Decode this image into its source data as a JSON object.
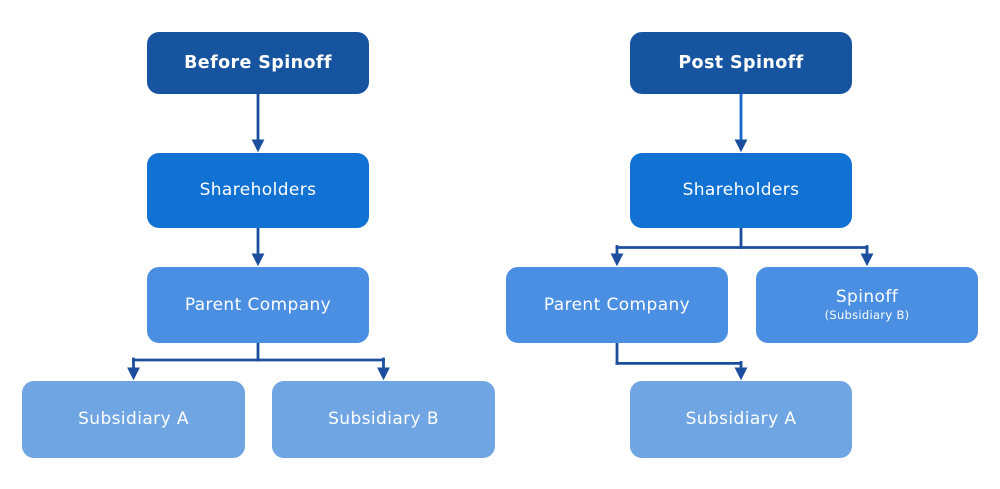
{
  "diagram": {
    "colors": {
      "page_bg": "#ffffff",
      "title_box": "#17549f",
      "shareholders_box": "#1272d4",
      "parent_box": "#4a8fe1",
      "subsidiary_box": "#6fa5e2",
      "connector": "#1b4f9e",
      "connector_bright": "#1567cd",
      "text": "#ffffff"
    },
    "before": {
      "title": "Before Spinoff",
      "shareholders": "Shareholders",
      "parent": "Parent Company",
      "sub_a": "Subsidiary A",
      "sub_b": "Subsidiary B"
    },
    "post": {
      "title": "Post Spinoff",
      "shareholders": "Shareholders",
      "parent": "Parent Company",
      "spinoff": "Spinoff",
      "spinoff_sub": "(Subsidiary B)",
      "sub_a": "Subsidiary A"
    }
  }
}
